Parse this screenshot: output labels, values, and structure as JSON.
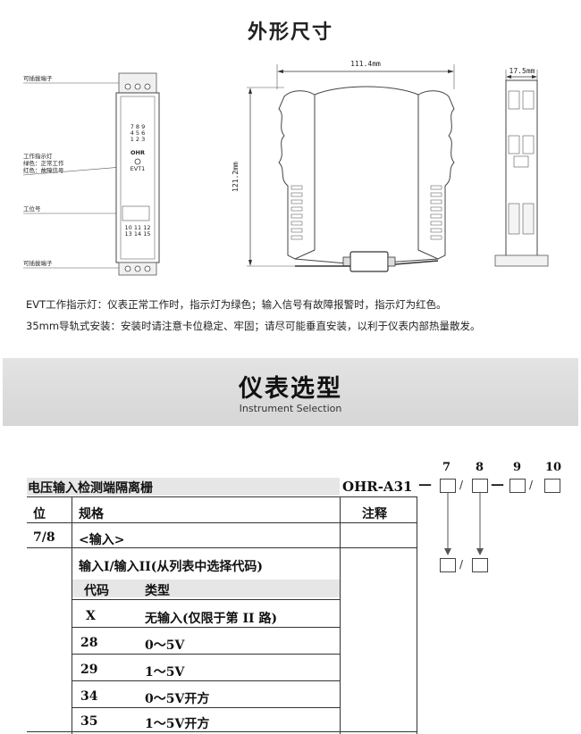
{
  "dimensions": {
    "title": "外形尺寸",
    "labels": {
      "pluggable_terminal_top": "可插拔端子",
      "indicator_title": "工作指示灯",
      "indicator_green": "绿色：正常工作",
      "indicator_red": "红色：故障信号",
      "station_no": "工位号",
      "pluggable_terminal_bottom": "可插拔端子"
    },
    "front_panel": {
      "top_row_1": "7 8 9",
      "top_row_2": "4 5 6",
      "top_row_3": "1 2 3",
      "brand": "OHR",
      "led_label": "EVT1",
      "bottom_row_1": "10 11 12",
      "bottom_row_2": "13 14 15"
    },
    "width_label": "111.4mm",
    "height_label": "121.2mm",
    "depth_label": "17.5mm"
  },
  "notes": [
    "EVT工作指示灯：仪表正常工作时，指示灯为绿色；输入信号有故障报警时，指示灯为红色。",
    "35mm导轨式安装：安装时请注意卡位稳定、牢固；请尽可能垂直安装，以利于仪表内部热量散发。"
  ],
  "selection": {
    "title": "仪表选型",
    "subtitle": "Instrument Selection",
    "product_name": "电压输入检测端隔离栅",
    "model": "OHR-A31",
    "model_dash": "—",
    "slash": "/",
    "position_numbers": [
      "7",
      "8",
      "9",
      "10"
    ],
    "table_headers": {
      "position": "位",
      "spec": "规格",
      "remark": "注释"
    },
    "row_position": "7/8",
    "row_title": "<输入>",
    "row_subtitle": "输入I/输入II(从列表中选择代码)",
    "code_header": "代码",
    "type_header": "类型",
    "codes": [
      {
        "code": "X",
        "type": "无输入(仅限于第 II 路)"
      },
      {
        "code": "28",
        "type": "0～5V"
      },
      {
        "code": "29",
        "type": "1～5V"
      },
      {
        "code": "34",
        "type": "0～5V开方"
      },
      {
        "code": "35",
        "type": "1～5V开方"
      }
    ]
  }
}
